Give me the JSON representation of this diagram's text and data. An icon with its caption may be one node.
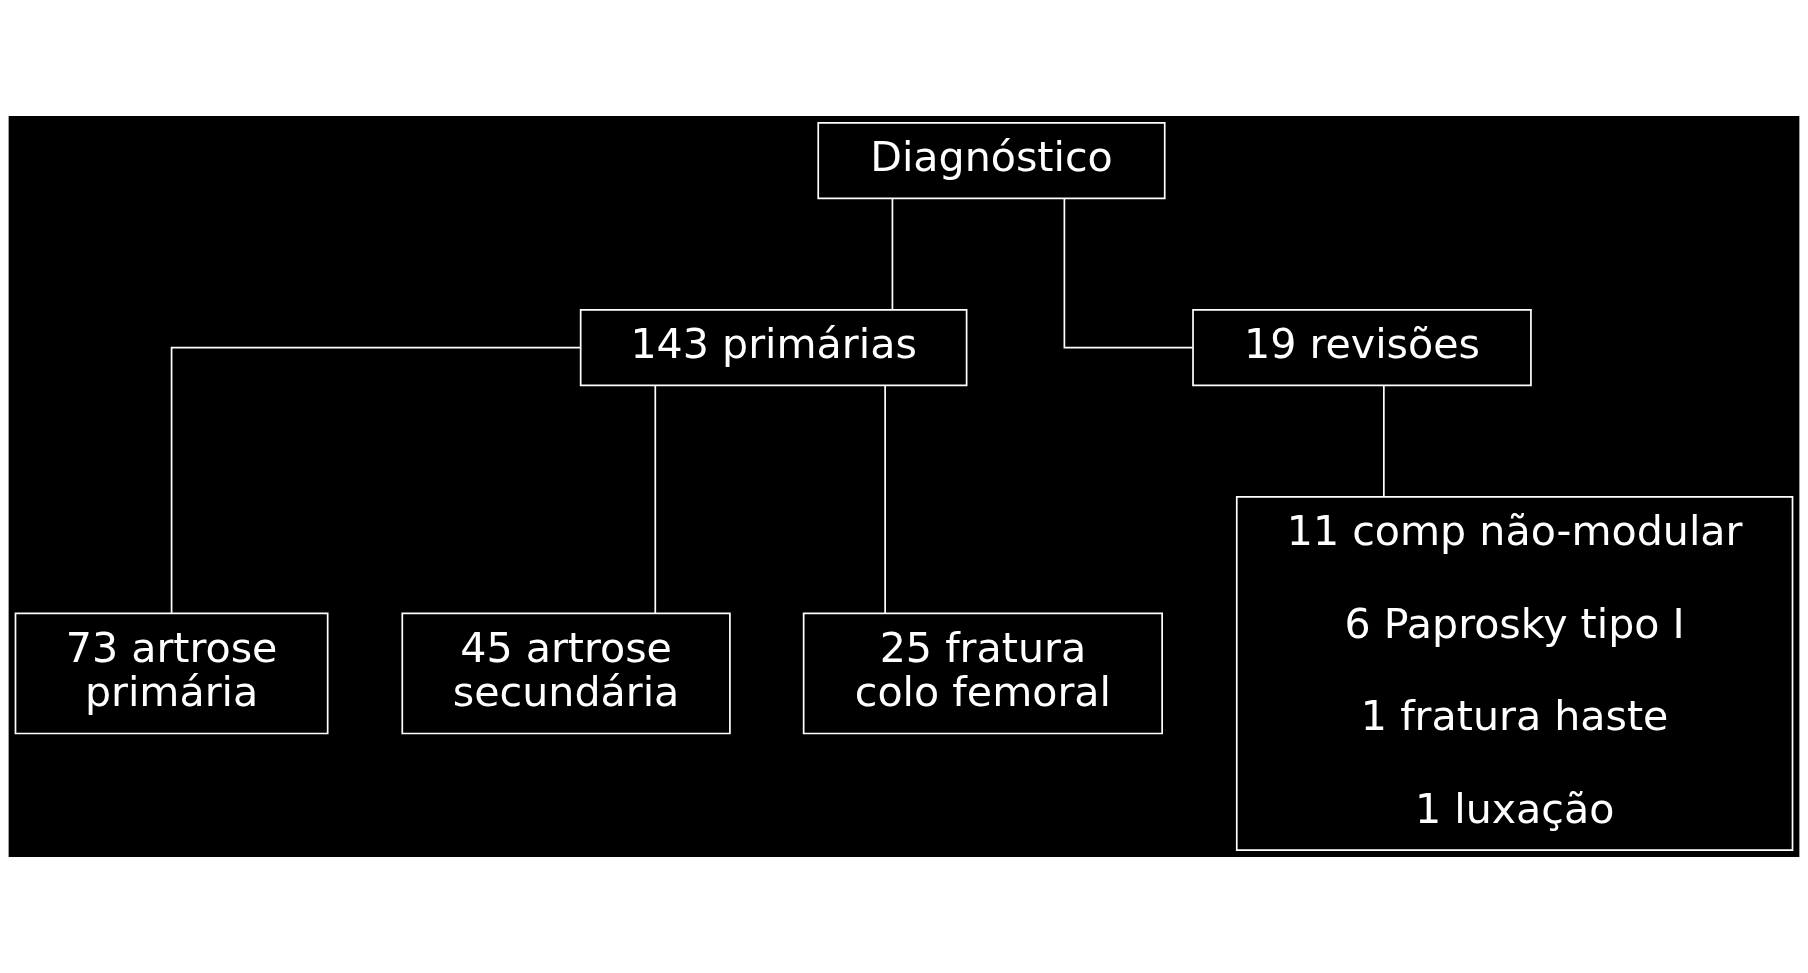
{
  "diagram": {
    "nodes": [
      {
        "text": [
          "Diagnóstico"
        ]
      },
      {
        "text": [
          "143 primárias"
        ]
      },
      {
        "text": [
          "19 revisões"
        ]
      },
      {
        "text": [
          "73 artrose primária"
        ]
      },
      {
        "text": [
          "45 artrose secundária"
        ]
      },
      {
        "text": [
          "25 fratura colo femoral"
        ]
      },
      {
        "text": [
          "11 comp não-modular",
          "6 Paprosky tipo I",
          "1 fratura haste",
          "1 luxação"
        ]
      }
    ],
    "edges": [
      {
        "from": 0,
        "to": 1,
        "arrow": "none"
      },
      {
        "from": 0,
        "to": 2,
        "arrow": "none"
      },
      {
        "from": 1,
        "to": 3,
        "arrow": "none"
      },
      {
        "from": 1,
        "to": 4,
        "arrow": "none"
      },
      {
        "from": 1,
        "to": 5,
        "arrow": "none"
      },
      {
        "from": 2,
        "to": 6,
        "arrow": "none"
      }
    ]
  }
}
